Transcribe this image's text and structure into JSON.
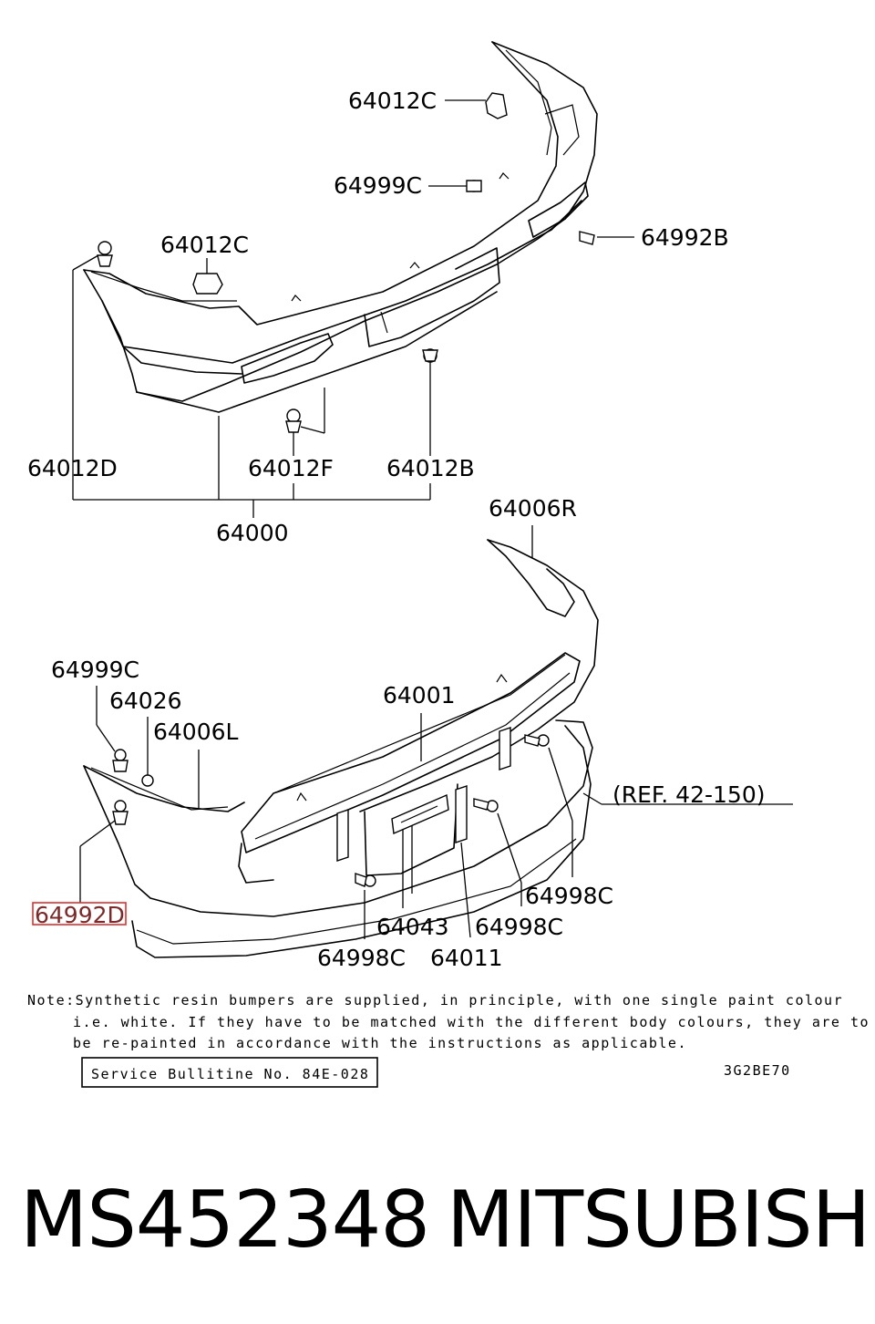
{
  "callouts": {
    "c64012C_top": "64012C",
    "c64999C_top": "64999C",
    "c64992B": "64992B",
    "c64012C_mid": "64012C",
    "c64012D": "64012D",
    "c64012F": "64012F",
    "c64012B": "64012B",
    "c64000": "64000",
    "c64006R": "64006R",
    "c64999C_low": "64999C",
    "c64026": "64026",
    "c64006L": "64006L",
    "c64001": "64001",
    "ref": "(REF. 42-150)",
    "c64992D": "64992D",
    "c64998C_right": "64998C",
    "c64043": "64043",
    "c64998C_mid": "64998C",
    "c64998C_left": "64998C",
    "c64011": "64011"
  },
  "note": {
    "line1": "Note:Synthetic resin bumpers are supplied, in principle, with one single paint colour",
    "line2": "i.e. white. If they have to be matched with the different body colours, they are to",
    "line3": "be re-painted in accordance with the instructions as applicable."
  },
  "bulletin": "Service Bullitine No. 84E-028",
  "diagram_code": "3G2BE70",
  "footer": {
    "part_number": "MS452348",
    "brand": "MITSUBISHI"
  },
  "highlight_color": "#e03030"
}
